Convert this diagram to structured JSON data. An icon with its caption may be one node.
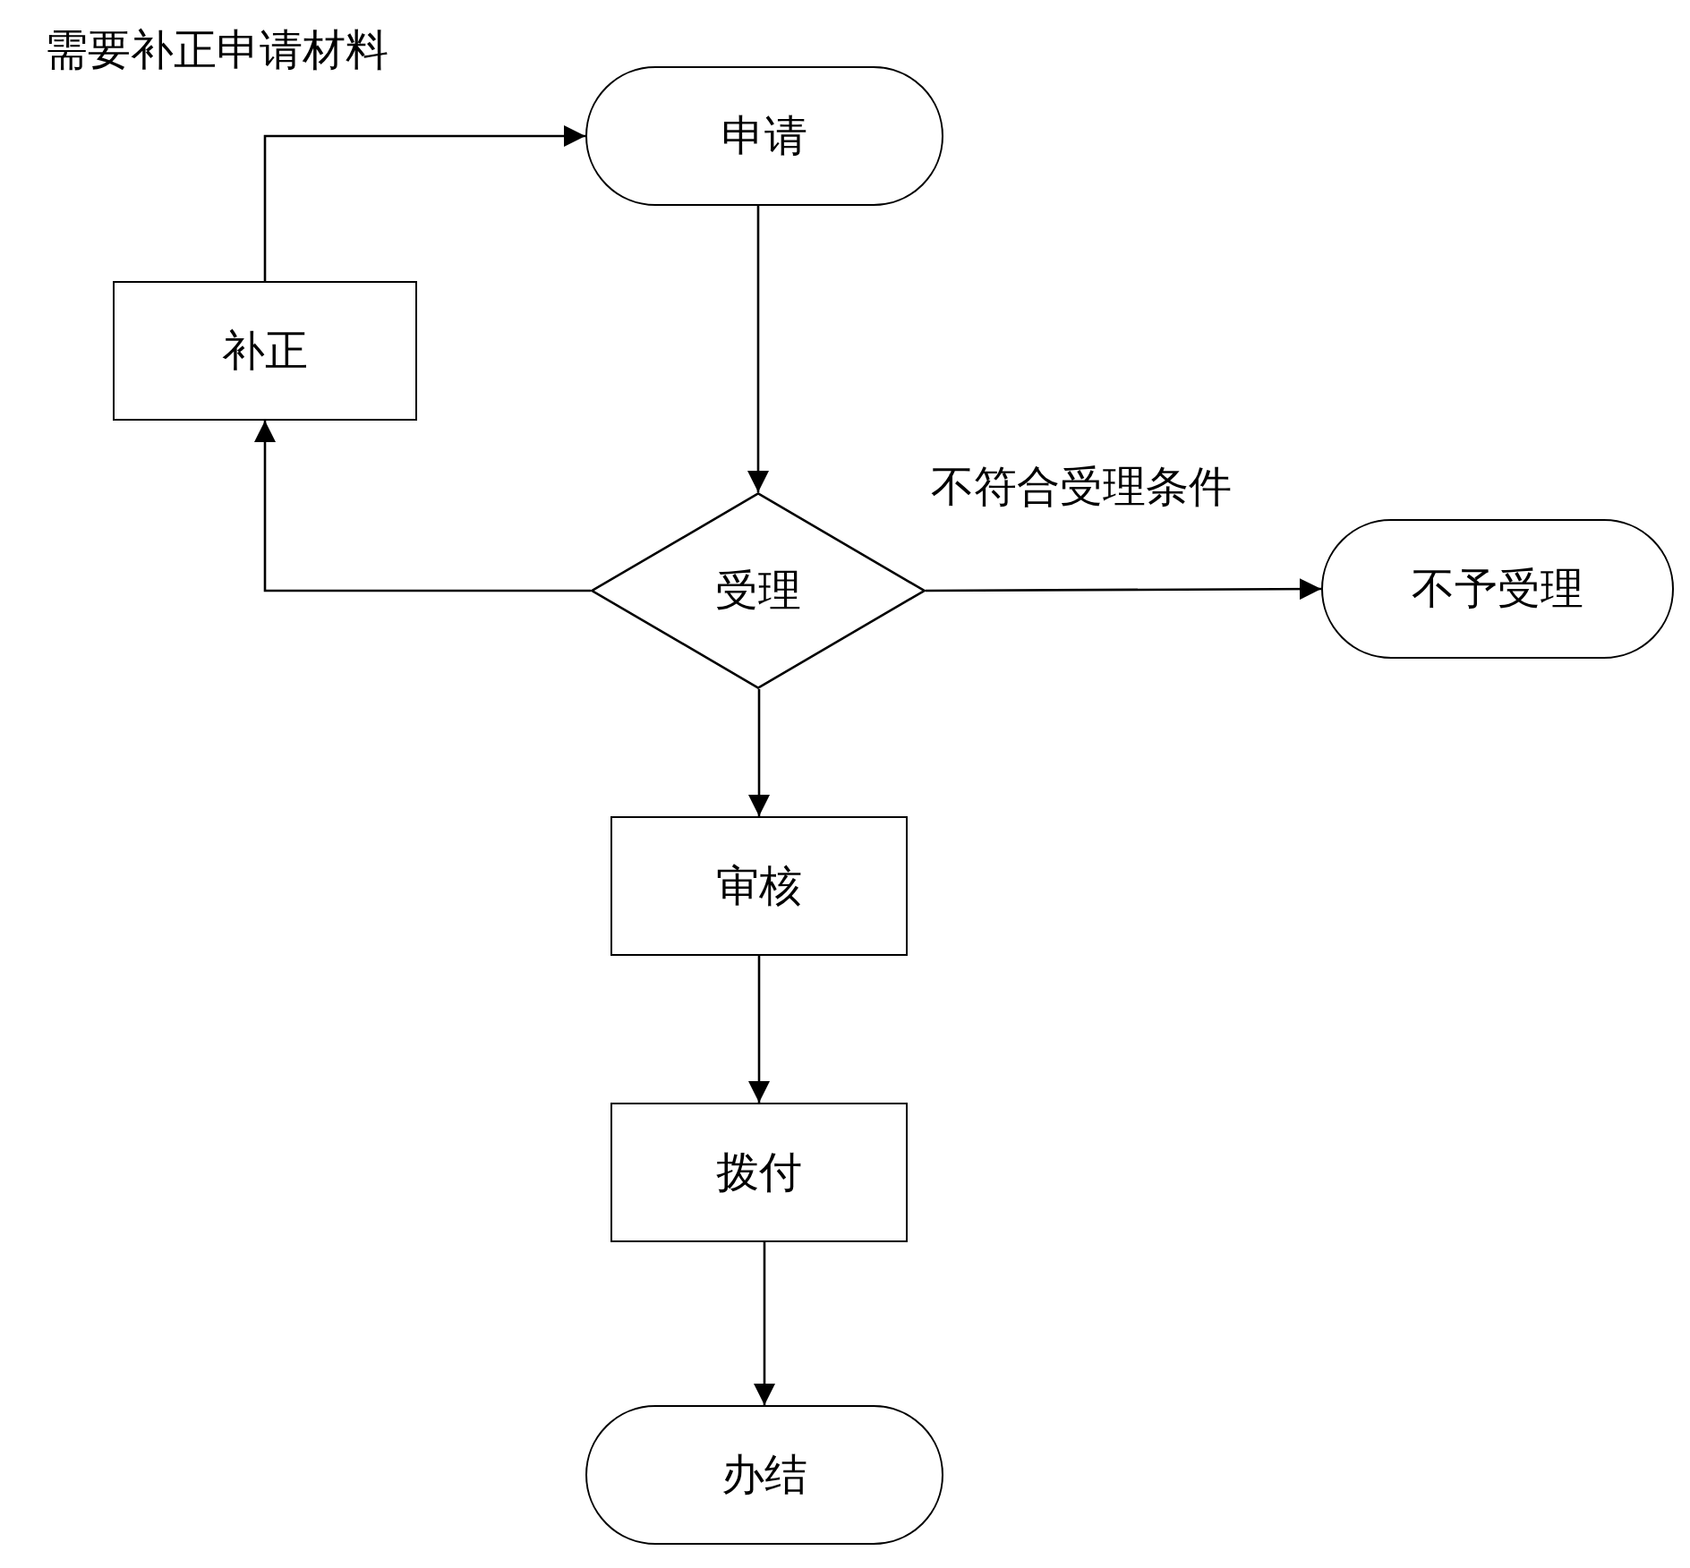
{
  "diagram": {
    "nodes": [
      {
        "text": [
          "申请"
        ]
      },
      {
        "text": [
          "补正"
        ]
      },
      {
        "text": [
          "受理"
        ]
      },
      {
        "text": [
          "不予受理"
        ]
      },
      {
        "text": [
          "审核"
        ]
      },
      {
        "text": [
          "拨付"
        ]
      },
      {
        "text": [
          "办结"
        ]
      }
    ],
    "edges": [
      {
        "from": 0,
        "to": 2,
        "arrow": "to"
      },
      {
        "from": 2,
        "to": 1,
        "arrow": "to"
      },
      {
        "from": 1,
        "to": 0,
        "arrow": "to"
      },
      {
        "from": 2,
        "to": 3,
        "arrow": "to",
        "label": "不符合受理条件"
      },
      {
        "from": 2,
        "to": 4,
        "arrow": "to"
      },
      {
        "from": 4,
        "to": 5,
        "arrow": "to"
      },
      {
        "from": 5,
        "to": 6,
        "arrow": "to"
      }
    ],
    "labels": [
      "需要补正申请材料"
    ]
  }
}
